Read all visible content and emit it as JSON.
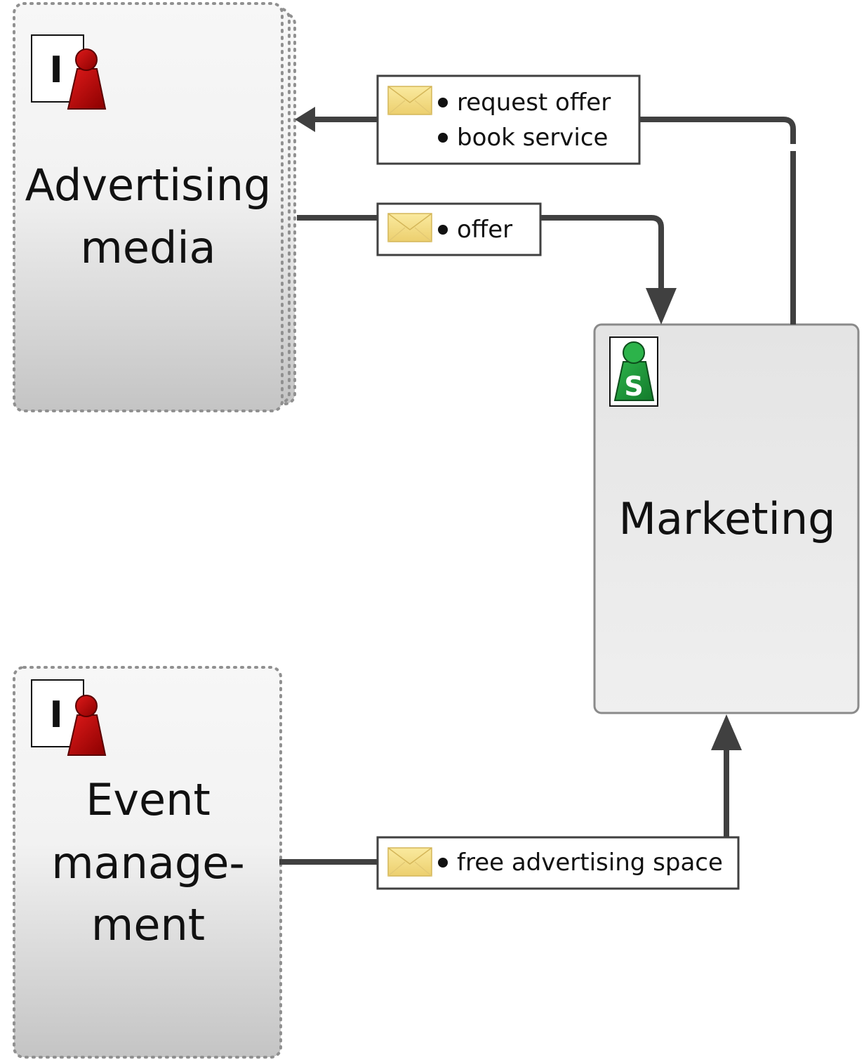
{
  "subjects": {
    "advertising_media": {
      "label_line1": "Advertising",
      "label_line2": "media",
      "type_letter": "I",
      "figure_color": "#c00000"
    },
    "event_management": {
      "label_line1": "Event",
      "label_line2": "manage-",
      "label_line3": "ment",
      "type_letter": "I",
      "figure_color": "#c00000"
    },
    "marketing": {
      "label": "Marketing",
      "type_letter": "S",
      "figure_color": "#1e9e3a"
    }
  },
  "messages": {
    "to_advertising": {
      "items": [
        "request offer",
        "book service"
      ]
    },
    "to_marketing_offer": {
      "items": [
        "offer"
      ]
    },
    "to_marketing_free_space": {
      "items": [
        "free advertising space"
      ]
    }
  },
  "colors": {
    "connector": "#404040",
    "envelope": "#f3dc8c",
    "box_fill_top": "#f4f4f4",
    "box_fill_bottom": "#c8c8c8"
  }
}
